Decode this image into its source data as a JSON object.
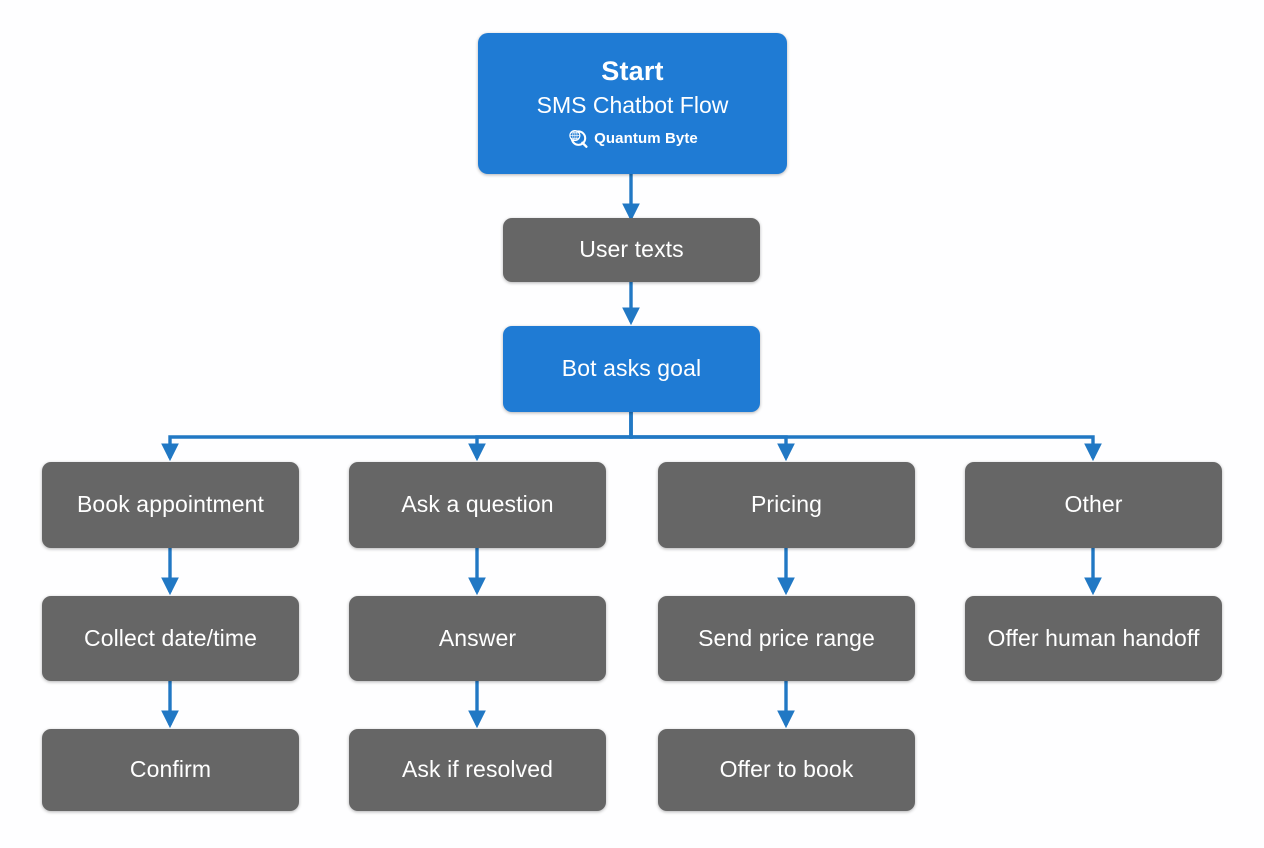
{
  "diagram": {
    "title": "SMS Chatbot Flow",
    "type": "flowchart",
    "background_color": "#ffffff",
    "colors": {
      "accent_blue": "#1f7bd4",
      "node_gray": "#666666",
      "edge_blue": "#2178c4",
      "node_text": "#ffffff"
    }
  },
  "start_node": {
    "title": "Start",
    "subtitle": "SMS Chatbot Flow",
    "brand_name": "Quantum Byte",
    "brand_logo_icon": "quantum-byte-globe-q-logo",
    "color": "#1f7bd4"
  },
  "nodes": {
    "user_texts": {
      "label": "User texts",
      "color": "#666666"
    },
    "bot_asks_goal": {
      "label": "Bot asks goal",
      "color": "#1f7bd4"
    }
  },
  "branches": [
    {
      "name": "book-appointment",
      "steps": [
        {
          "label": "Book appointment",
          "color": "#666666"
        },
        {
          "label": "Collect date/time",
          "color": "#666666"
        },
        {
          "label": "Confirm",
          "color": "#666666"
        }
      ]
    },
    {
      "name": "ask-a-question",
      "steps": [
        {
          "label": "Ask a question",
          "color": "#666666"
        },
        {
          "label": "Answer",
          "color": "#666666"
        },
        {
          "label": "Ask if resolved",
          "color": "#666666"
        }
      ]
    },
    {
      "name": "pricing",
      "steps": [
        {
          "label": "Pricing",
          "color": "#666666"
        },
        {
          "label": "Send price range",
          "color": "#666666"
        },
        {
          "label": "Offer to book",
          "color": "#666666"
        }
      ]
    },
    {
      "name": "other",
      "steps": [
        {
          "label": "Other",
          "color": "#666666"
        },
        {
          "label": "Offer human handoff",
          "color": "#666666"
        }
      ]
    }
  ]
}
